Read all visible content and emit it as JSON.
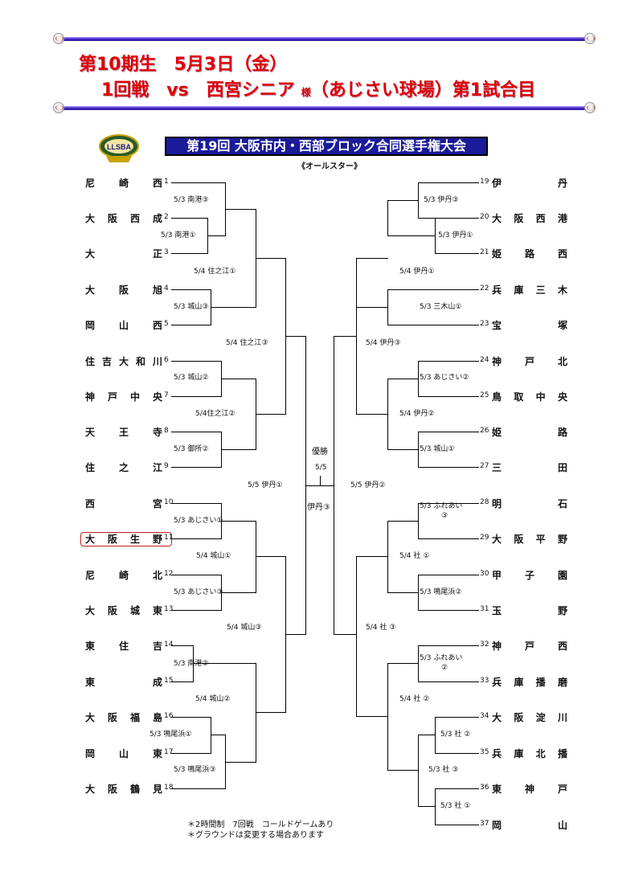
{
  "header": {
    "line1": "第10期生　5月3日（金）",
    "line2_main": "1回戦　vs　西宮シニア",
    "line2_small": "様",
    "line2_tail": "（あじさい球場）第1試合目"
  },
  "tournament": {
    "title": "第19回 大阪市内・西部ブロック合同選手権大会",
    "subtitle": "《オールスター》",
    "logo_text": "LLSBA"
  },
  "left_teams": [
    {
      "name": "尼崎西",
      "seed": "1"
    },
    {
      "name": "大阪西成",
      "seed": "2"
    },
    {
      "name": "大正",
      "seed": "3"
    },
    {
      "name": "大阪旭",
      "seed": "4"
    },
    {
      "name": "岡山西",
      "seed": "5"
    },
    {
      "name": "住吉大和川",
      "seed": "6"
    },
    {
      "name": "神戸中央",
      "seed": "7"
    },
    {
      "name": "天王寺",
      "seed": "8"
    },
    {
      "name": "住之江",
      "seed": "9"
    },
    {
      "name": "西宮",
      "seed": "10"
    },
    {
      "name": "大阪生野",
      "seed": "11"
    },
    {
      "name": "尼崎北",
      "seed": "12"
    },
    {
      "name": "大阪城東",
      "seed": "13"
    },
    {
      "name": "東住吉",
      "seed": "14"
    },
    {
      "name": "東成",
      "seed": "15"
    },
    {
      "name": "大阪福島",
      "seed": "16"
    },
    {
      "name": "岡山東",
      "seed": "17"
    },
    {
      "name": "大阪鶴見",
      "seed": "18"
    }
  ],
  "right_teams": [
    {
      "name": "伊丹",
      "seed": "19"
    },
    {
      "name": "大阪西港",
      "seed": "20"
    },
    {
      "name": "姫路西",
      "seed": "21"
    },
    {
      "name": "兵庫三木",
      "seed": "22"
    },
    {
      "name": "宝塚",
      "seed": "23"
    },
    {
      "name": "神戸北",
      "seed": "24"
    },
    {
      "name": "鳥取中央",
      "seed": "25"
    },
    {
      "name": "姫路",
      "seed": "26"
    },
    {
      "name": "三田",
      "seed": "27"
    },
    {
      "name": "明石",
      "seed": "28"
    },
    {
      "name": "大阪平野",
      "seed": "29"
    },
    {
      "name": "甲子園",
      "seed": "30"
    },
    {
      "name": "玉野",
      "seed": "31"
    },
    {
      "name": "神戸西",
      "seed": "32"
    },
    {
      "name": "兵庫播磨",
      "seed": "33"
    },
    {
      "name": "大阪淀川",
      "seed": "34"
    },
    {
      "name": "兵庫北播",
      "seed": "35"
    },
    {
      "name": "東神戸",
      "seed": "36"
    },
    {
      "name": "岡山",
      "seed": "37"
    }
  ],
  "left_matches": [
    "5/3 南港③",
    "5/3 南港①",
    "5/4 住之江①",
    "5/3 城山③",
    "5/4 住之江③",
    "5/3 城山②",
    "5/4住之江②",
    "5/3 御所②",
    "5/5 伊丹①",
    "5/3 あじさい①",
    "5/4 城山①",
    "5/3 あじさい③",
    "5/4 城山③",
    "5/3 南港②",
    "5/4 城山②",
    "5/3 鳴尾浜①",
    "5/3 鳴尾浜③"
  ],
  "right_matches": [
    "5/3 伊丹③",
    "5/3 伊丹①",
    "5/4 伊丹①",
    "5/3 三木山①",
    "5/4 伊丹③",
    "5/3 あじさい②",
    "5/4 伊丹②",
    "5/3 城山①",
    "5/5 伊丹②",
    "5/3 ふれあい",
    "③",
    "5/4 社 ①",
    "5/3 鳴尾浜②",
    "5/4 社 ③",
    "5/3 ふれあい",
    "②",
    "5/4 社 ②",
    "5/3 社 ②",
    "5/3 社 ③",
    "5/3 社 ①"
  ],
  "final": {
    "label": "優勝",
    "date": "5/5",
    "venue": "伊丹③"
  },
  "notes": [
    "＊2時間制　7回戦　コールドゲームあり",
    "＊グラウンドは変更する場合あります"
  ]
}
